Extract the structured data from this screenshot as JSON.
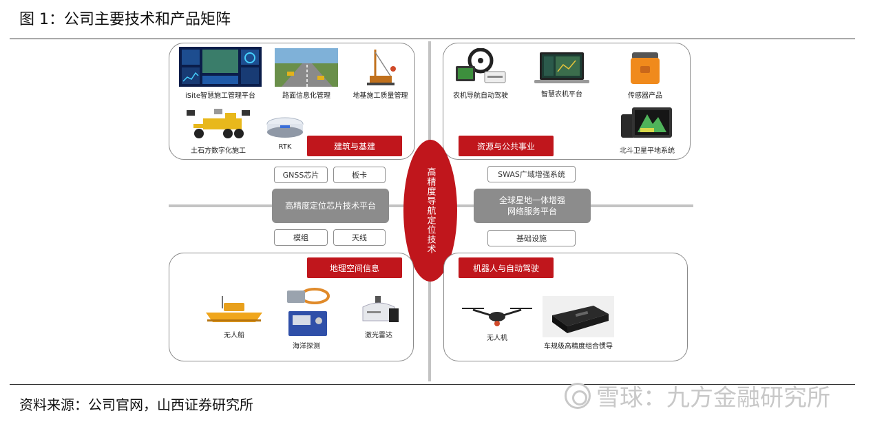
{
  "header": {
    "title": "图 1：公司主要技术和产品矩阵"
  },
  "center": {
    "label": "高精度导航定位技术"
  },
  "quadrants": {
    "top_left": {
      "tag": "建筑与基建",
      "products": [
        "iSite智慧施工管理平台",
        "路面信息化管理",
        "地基施工质量管理",
        "土石方数字化施工",
        "RTK"
      ]
    },
    "top_right": {
      "tag": "资源与公共事业",
      "products": [
        "农机导航自动驾驶",
        "智慧农机平台",
        "传感器产品",
        "北斗卫星平地系统"
      ]
    },
    "bottom_left": {
      "tag": "地理空间信息",
      "products": [
        "无人船",
        "海洋探测",
        "激光雷达"
      ]
    },
    "bottom_right": {
      "tag": "机器人与自动驾驶",
      "products": [
        "无人机",
        "车规级高精度组合惯导"
      ]
    }
  },
  "left_tech": {
    "chips_top": [
      "GNSS芯片",
      "板卡"
    ],
    "platform": "高精度定位芯片技术平台",
    "chips_bottom": [
      "模组",
      "天线"
    ]
  },
  "right_tech": {
    "chip_top": "SWAS广域增强系统",
    "platform_line1": "全球星地一体增强",
    "platform_line2": "网络服务平台",
    "chip_bottom": "基础设施"
  },
  "footer": {
    "source": "资料来源：公司官网，山西证券研究所",
    "watermark": "雪球：九方金融研究所"
  },
  "colors": {
    "accent_red": "#c0161c",
    "platform_gray": "#8c8c8c",
    "axis_gray": "#c3c3c3"
  }
}
